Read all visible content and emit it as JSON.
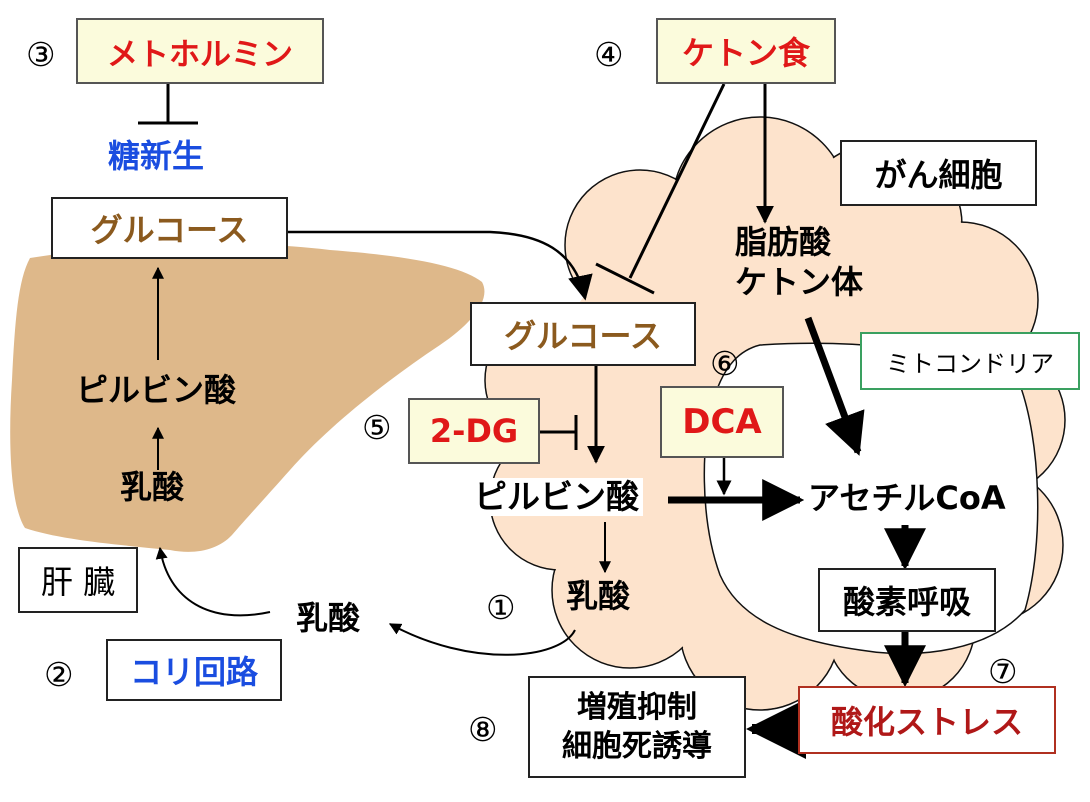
{
  "labels": {
    "metformin": "メトホルミン",
    "gluconeogenesis": "糖新生",
    "glucose_liver": "グルコース",
    "pyruvate_liver": "ピルビン酸",
    "lactate_liver": "乳酸",
    "liver": "肝 臓",
    "lactate_mid": "乳酸",
    "cori_cycle": "コリ回路",
    "ketogenic_diet": "ケトン食",
    "cancer_cell": "がん細胞",
    "fatty_acid": "脂肪酸",
    "ketone_body": "ケトン体",
    "mitochondria": "ミトコンドリア",
    "glucose_cell": "グルコース",
    "two_dg": "2-DG",
    "dca": "DCA",
    "pyruvate_cell": "ピルビン酸",
    "acetyl_coa": "アセチルCoA",
    "lactate_cell": "乳酸",
    "oxphos": "酸素呼吸",
    "oxidative_stress": "酸化ストレス",
    "outcome_line1": "増殖抑制",
    "outcome_line2": "細胞死誘導"
  },
  "numbers": {
    "n1": "①",
    "n2": "②",
    "n3": "③",
    "n4": "④",
    "n5": "⑤",
    "n6": "⑥",
    "n7": "⑦",
    "n8": "⑧"
  },
  "colors": {
    "red": "#e01818",
    "blue": "#1a4de0",
    "brown": "#8b5a1e",
    "liver_fill": "#deb88a",
    "cell_fill": "#fde3cc"
  }
}
